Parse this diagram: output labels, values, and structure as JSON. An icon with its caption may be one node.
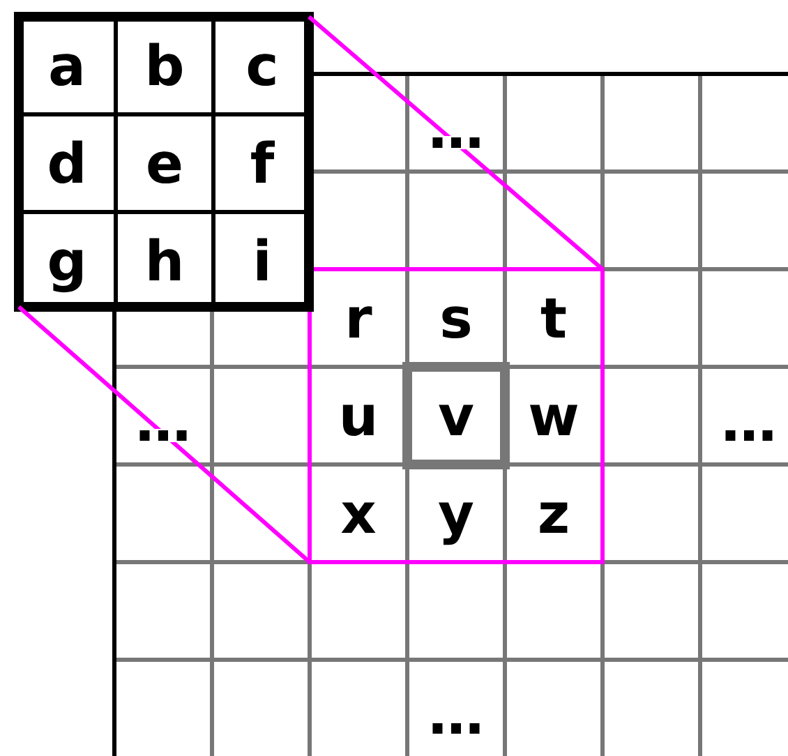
{
  "diagram": {
    "nodes": [
      {
        "text": [
          "a",
          "b",
          "c",
          "d",
          "e",
          "f",
          "g",
          "h",
          "i"
        ]
      },
      {
        "text": [
          "r",
          "s",
          "t",
          "u",
          "w",
          "x",
          "y",
          "z"
        ]
      },
      {
        "text": [
          "v"
        ],
        "in": 1
      }
    ],
    "edges": [
      {
        "from": 0,
        "to": 1,
        "arrow": "none"
      },
      {
        "from": 0,
        "to": 1,
        "arrow": "none"
      }
    ],
    "labels": [
      "…",
      "…",
      "…",
      "…"
    ]
  }
}
